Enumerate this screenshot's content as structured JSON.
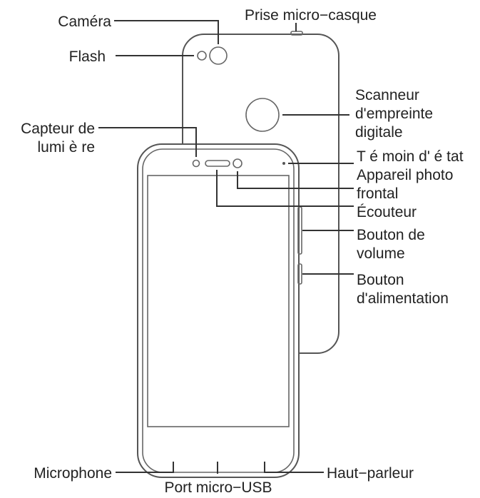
{
  "labels": {
    "camera": "Caméra",
    "flash": "Flash",
    "headset_jack": "Prise micro−casque",
    "fingerprint_1": "Scanneur",
    "fingerprint_2": "d'empreinte",
    "fingerprint_3": "digitale",
    "light_sensor_1": "Capteur de",
    "light_sensor_2": "lumi è re",
    "status_light": "T é moin d' é tat",
    "front_camera_1": "Appareil photo",
    "front_camera_2": "frontal",
    "earpiece": "Écouteur",
    "volume_1": "Bouton de",
    "volume_2": "volume",
    "power_1": "Bouton",
    "power_2": "d'alimentation",
    "microphone": "Microphone",
    "usb_port": "Port micro−USB",
    "speaker": "Haut−parleur"
  }
}
